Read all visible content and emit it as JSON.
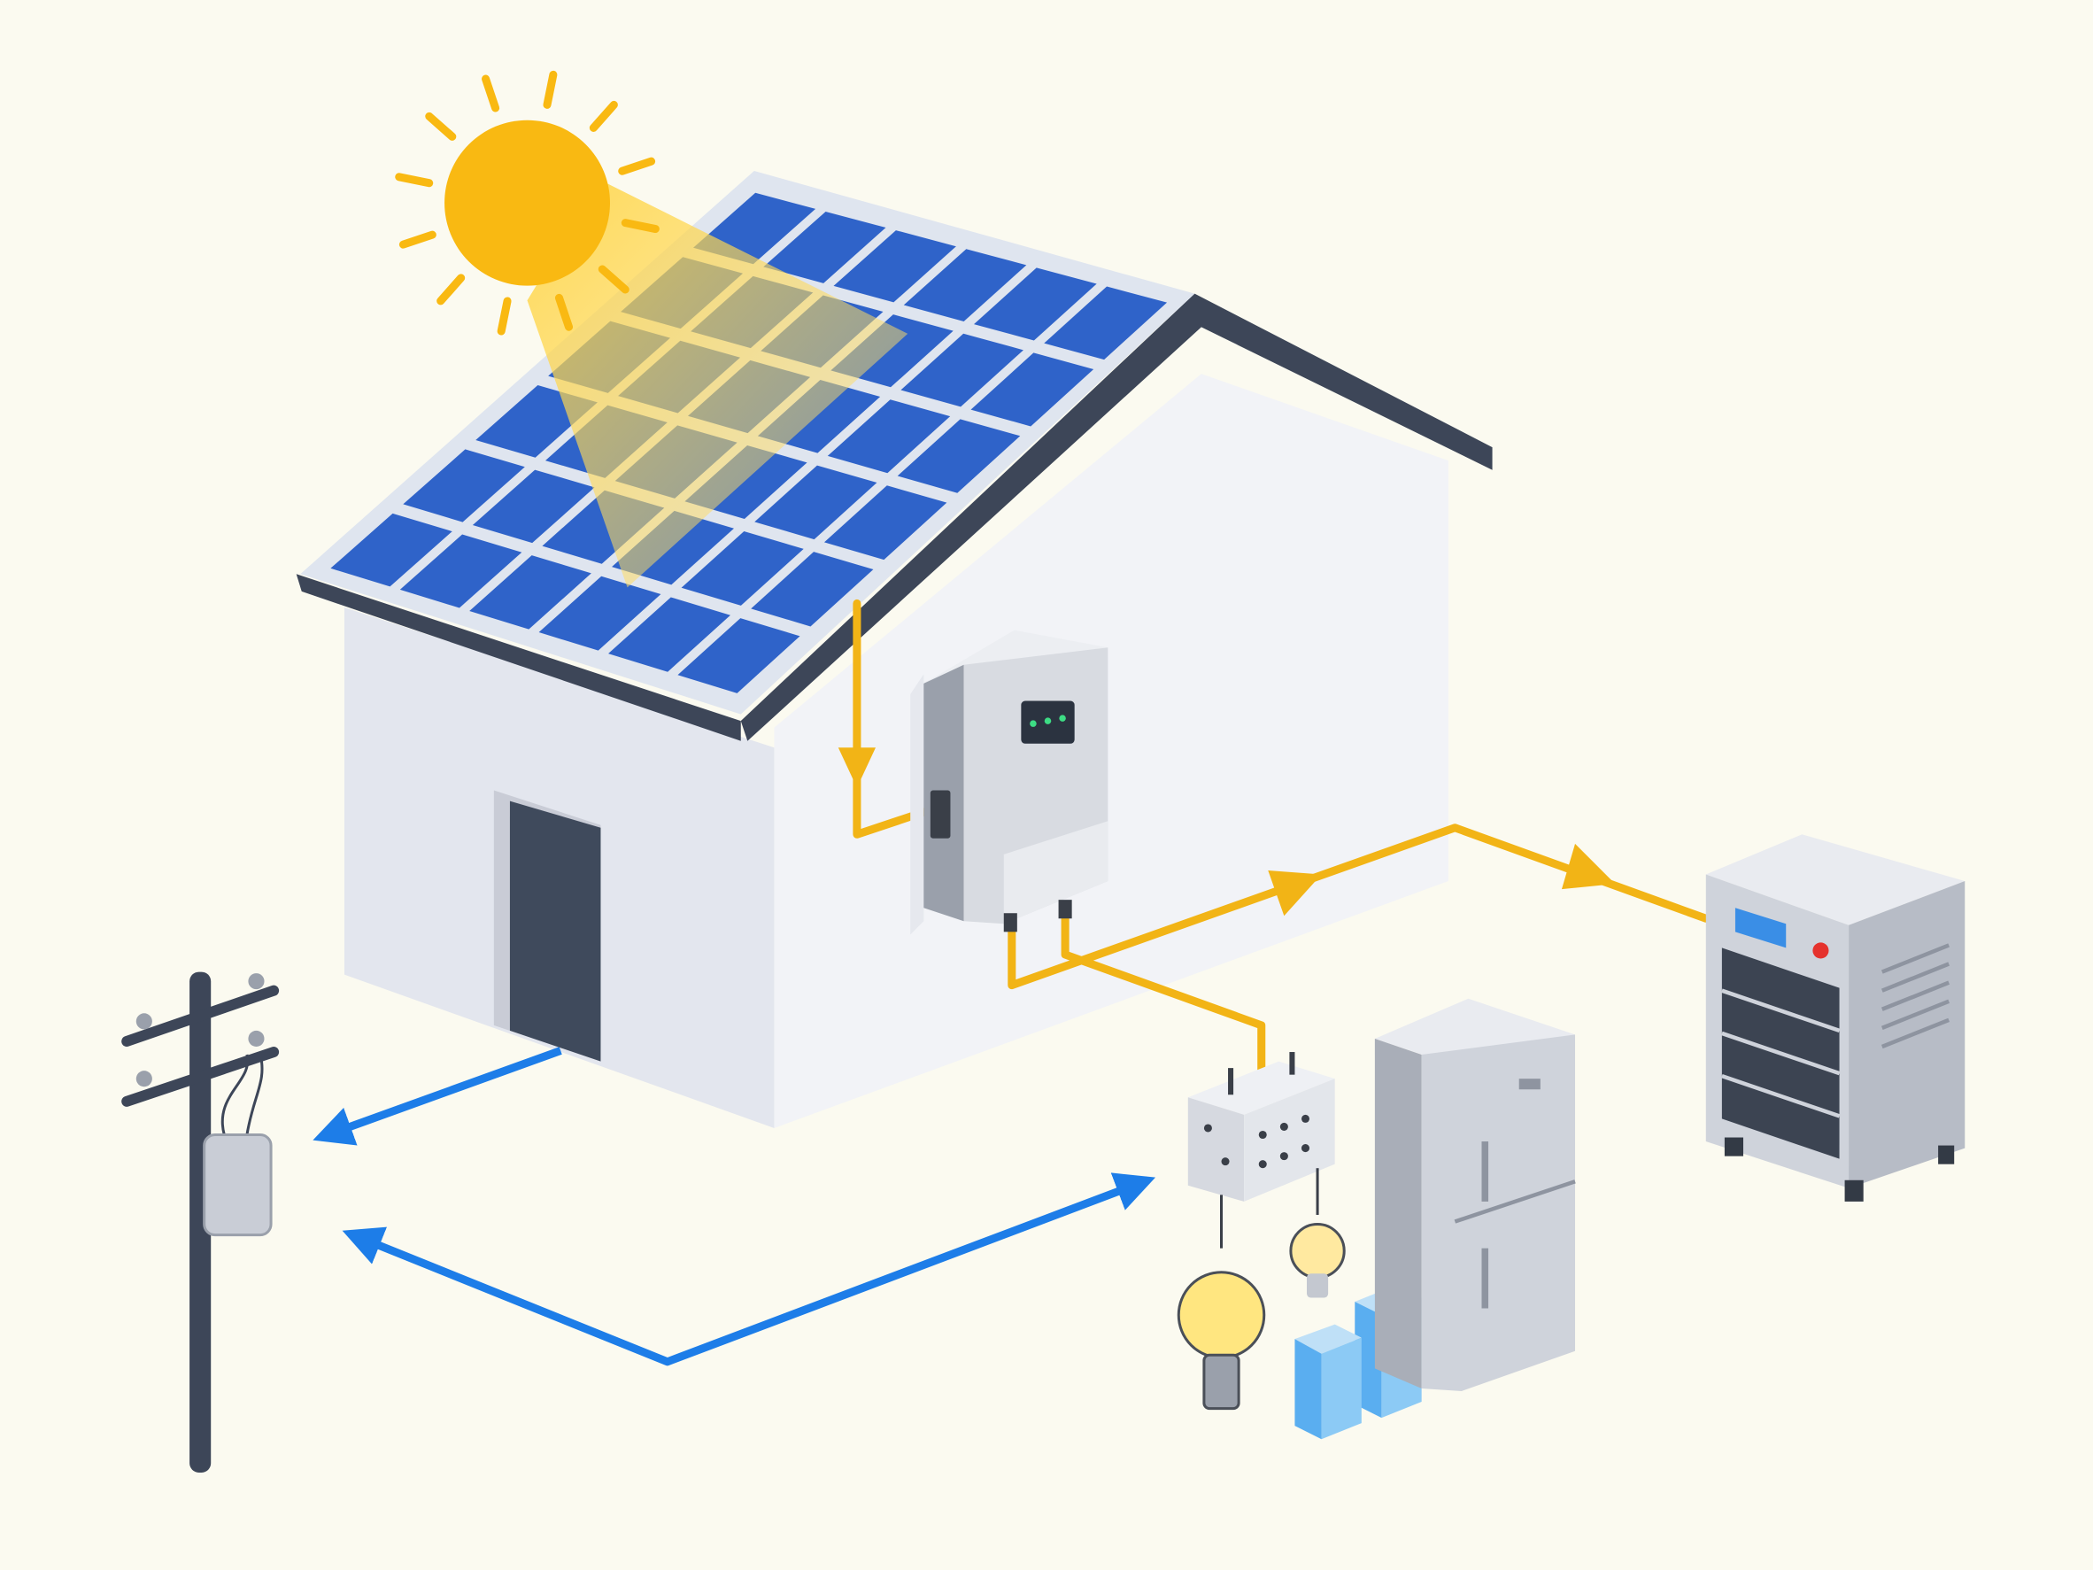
{
  "diagram": {
    "subject": "solar-home-energy-system",
    "components": [
      {
        "id": "sun",
        "icon": "sun-icon"
      },
      {
        "id": "solar-panels",
        "icon": "solar-panel-icon"
      },
      {
        "id": "house",
        "icon": "house-icon"
      },
      {
        "id": "inverter",
        "icon": "inverter-icon"
      },
      {
        "id": "battery-storage",
        "icon": "battery-cabinet-icon"
      },
      {
        "id": "breaker-panel",
        "icon": "breaker-icon"
      },
      {
        "id": "light-bulbs",
        "icon": "light-bulb-icon"
      },
      {
        "id": "refrigerator",
        "icon": "fridge-icon"
      },
      {
        "id": "appliances",
        "icon": "container-icon"
      },
      {
        "id": "utility-pole",
        "icon": "utility-pole-icon"
      }
    ],
    "flows": [
      {
        "from": "solar-panels",
        "to": "inverter",
        "type": "dc-power"
      },
      {
        "from": "inverter",
        "to": "battery-storage",
        "type": "power"
      },
      {
        "from": "inverter",
        "to": "breaker-panel",
        "type": "power"
      },
      {
        "from": "house",
        "to": "utility-pole",
        "type": "grid-export"
      },
      {
        "from": "utility-pole",
        "to": "breaker-panel",
        "type": "grid-bidirectional"
      }
    ]
  },
  "colors": {
    "background": "#fbfaf0",
    "sun": "#f9b912",
    "solar_flow": "#f2b416",
    "grid_flow": "#1d7de8",
    "panel_blue": "#2f63c9",
    "house_wall": "#eef0f5",
    "roof_dark": "#3d4658",
    "door": "#3f4a5c"
  }
}
